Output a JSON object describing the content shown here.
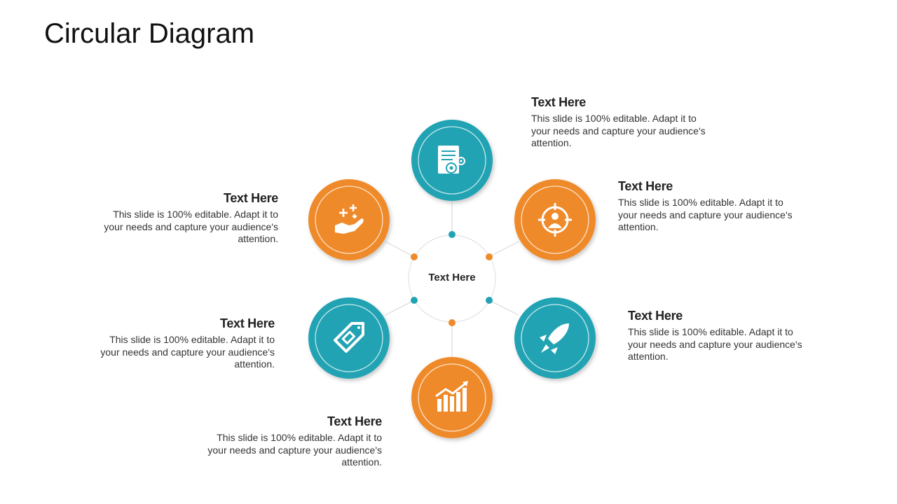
{
  "slide": {
    "title": "Circular Diagram"
  },
  "center": {
    "label": "Text Here"
  },
  "colors": {
    "teal": "#22a3b3",
    "orange": "#ef8a2a",
    "line": "#d9d9d9"
  },
  "nodes": [
    {
      "id": "top",
      "color": "teal",
      "icon": "document-gear-icon",
      "heading": "Text Here",
      "body": "This slide is 100% editable. Adapt it to your needs and capture your audience's attention."
    },
    {
      "id": "upper-right",
      "color": "orange",
      "icon": "target-person-icon",
      "heading": "Text Here",
      "body": "This slide is 100% editable. Adapt it to your needs and capture your audience's attention."
    },
    {
      "id": "lower-right",
      "color": "teal",
      "icon": "rocket-icon",
      "heading": "Text Here",
      "body": "This slide is 100% editable. Adapt it to your needs and capture your audience's attention."
    },
    {
      "id": "bottom",
      "color": "orange",
      "icon": "bar-chart-growth-icon",
      "heading": "Text Here",
      "body": "This slide is 100% editable. Adapt it to your needs and capture your audience's attention."
    },
    {
      "id": "lower-left",
      "color": "teal",
      "icon": "price-tag-icon",
      "heading": "Text Here",
      "body": "This slide is 100% editable. Adapt it to your needs and capture your audience's attention."
    },
    {
      "id": "upper-left",
      "color": "orange",
      "icon": "hand-sparkle-icon",
      "heading": "Text Here",
      "body": "This slide is 100% editable. Adapt it to your needs and capture your audience's attention."
    }
  ]
}
